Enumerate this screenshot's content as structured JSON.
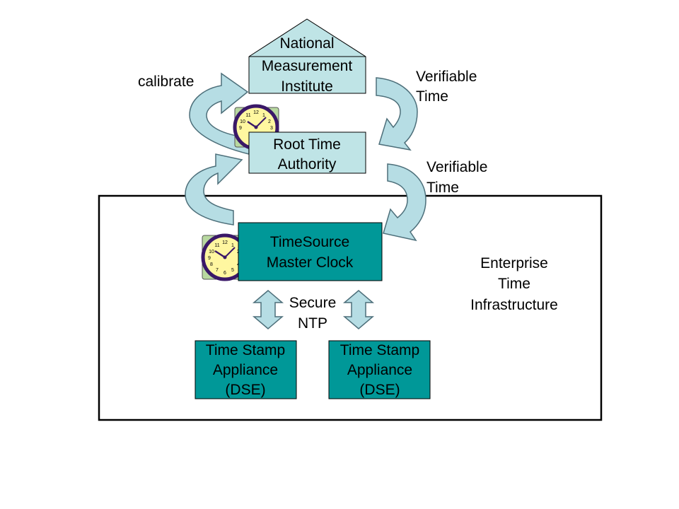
{
  "colors": {
    "light_box": "#bfe4e6",
    "dark_box": "#009898",
    "arrow_fill": "#b6dde4",
    "arrow_stroke": "#4d6f7a",
    "clock_face": "#fff7a0",
    "clock_ring": "#3a1868",
    "clock_back": "#b8d8a0"
  },
  "nodes": {
    "nmi": [
      "National",
      "Measurement",
      "Institute"
    ],
    "rta": [
      "Root Time",
      "Authority"
    ],
    "master": [
      "TimeSource",
      "Master Clock"
    ],
    "tsa_left": [
      "Time Stamp",
      "Appliance",
      "(DSE)"
    ],
    "tsa_right": [
      "Time Stamp",
      "Appliance",
      "(DSE)"
    ]
  },
  "labels": {
    "calibrate": "calibrate",
    "verifiable_1": [
      "Verifiable",
      "Time"
    ],
    "verifiable_2": [
      "Verifiable",
      "Time"
    ],
    "secure_ntp": [
      "Secure",
      "NTP"
    ],
    "enterprise": [
      "Enterprise",
      "Time",
      "Infrastructure"
    ]
  },
  "icons": [
    "clock-icon",
    "clock-icon"
  ]
}
